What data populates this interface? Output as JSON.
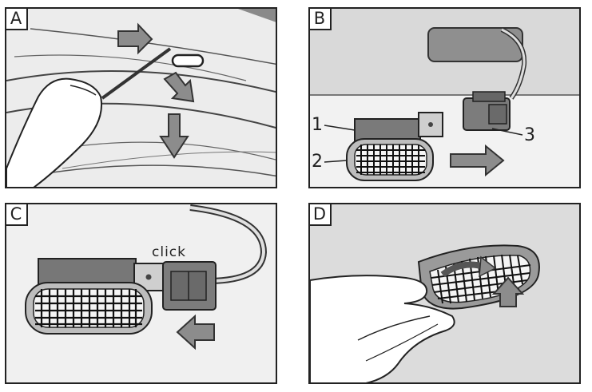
{
  "panels": [
    {
      "id": "A",
      "label": "A"
    },
    {
      "id": "B",
      "label": "B",
      "callouts": [
        "1",
        "2",
        "3"
      ]
    },
    {
      "id": "C",
      "label": "C",
      "text": "click"
    },
    {
      "id": "D",
      "label": "D"
    }
  ],
  "colors": {
    "ink": "#222222",
    "panel_bg": "#e9e9e9",
    "connector": "#666666",
    "arrow_fill": "#8c8c8c",
    "grille": "#f4f4f4"
  },
  "icons": [
    "arrow-right-icon",
    "arrow-down-right-icon",
    "arrow-down-icon",
    "arrow-left-icon",
    "arrow-curved-icon",
    "arrow-up-icon"
  ]
}
